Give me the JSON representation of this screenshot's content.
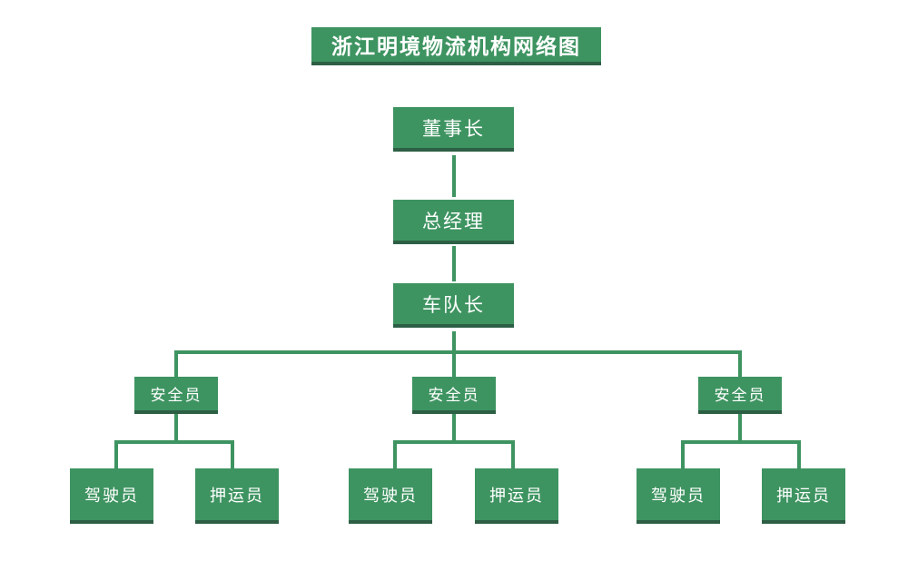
{
  "title": "浙江明境物流机构网络图",
  "colors": {
    "box_green": "#3E9461",
    "box_shadow": "#2D5F45",
    "line_green": "#3E9461",
    "text_white": "#FFFFFF",
    "background": "#FFFFFF"
  },
  "nodes": {
    "chairman": "董事长",
    "general_manager": "总经理",
    "fleet_captain": "车队长",
    "safety_officer_1": "安全员",
    "safety_officer_2": "安全员",
    "safety_officer_3": "安全员",
    "driver_1": "驾驶员",
    "escort_1": "押运员",
    "driver_2": "驾驶员",
    "escort_2": "押运员",
    "driver_3": "驾驶员",
    "escort_3": "押运员"
  },
  "hierarchy": {
    "label": "董事长",
    "children": [
      {
        "label": "总经理",
        "children": [
          {
            "label": "车队长",
            "children": [
              {
                "label": "安全员",
                "children": [
                  {
                    "label": "驾驶员"
                  },
                  {
                    "label": "押运员"
                  }
                ]
              },
              {
                "label": "安全员",
                "children": [
                  {
                    "label": "驾驶员"
                  },
                  {
                    "label": "押运员"
                  }
                ]
              },
              {
                "label": "安全员",
                "children": [
                  {
                    "label": "驾驶员"
                  },
                  {
                    "label": "押运员"
                  }
                ]
              }
            ]
          }
        ]
      }
    ]
  }
}
